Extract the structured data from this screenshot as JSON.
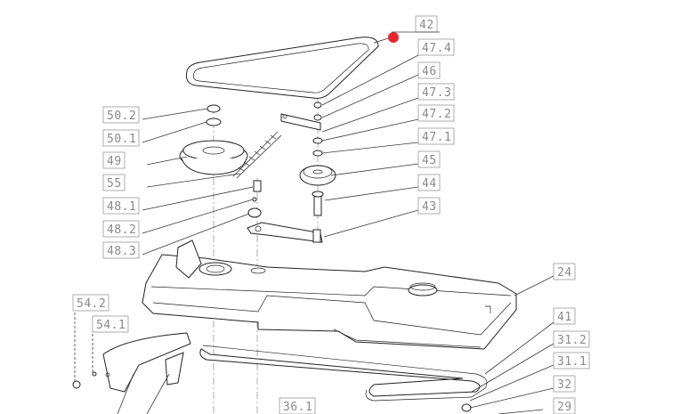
{
  "labels": {
    "l42": "42",
    "l47_4": "47.4",
    "l46": "46",
    "l47_3": "47.3",
    "l47_2": "47.2",
    "l47_1": "47.1",
    "l45": "45",
    "l44": "44",
    "l43": "43",
    "l50_2": "50.2",
    "l50_1": "50.1",
    "l49": "49",
    "l55": "55",
    "l48_1": "48.1",
    "l48_2": "48.2",
    "l48_3": "48.3",
    "l24": "24",
    "l54_2": "54.2",
    "l54_1": "54.1",
    "l41": "41",
    "l31_2": "31.2",
    "l31_1": "31.1",
    "l32": "32",
    "l36_1": "36.1",
    "l29": "29"
  },
  "colors": {
    "marker": "#e8262b",
    "label_text": "#8a8a8a",
    "line": "#222222"
  }
}
